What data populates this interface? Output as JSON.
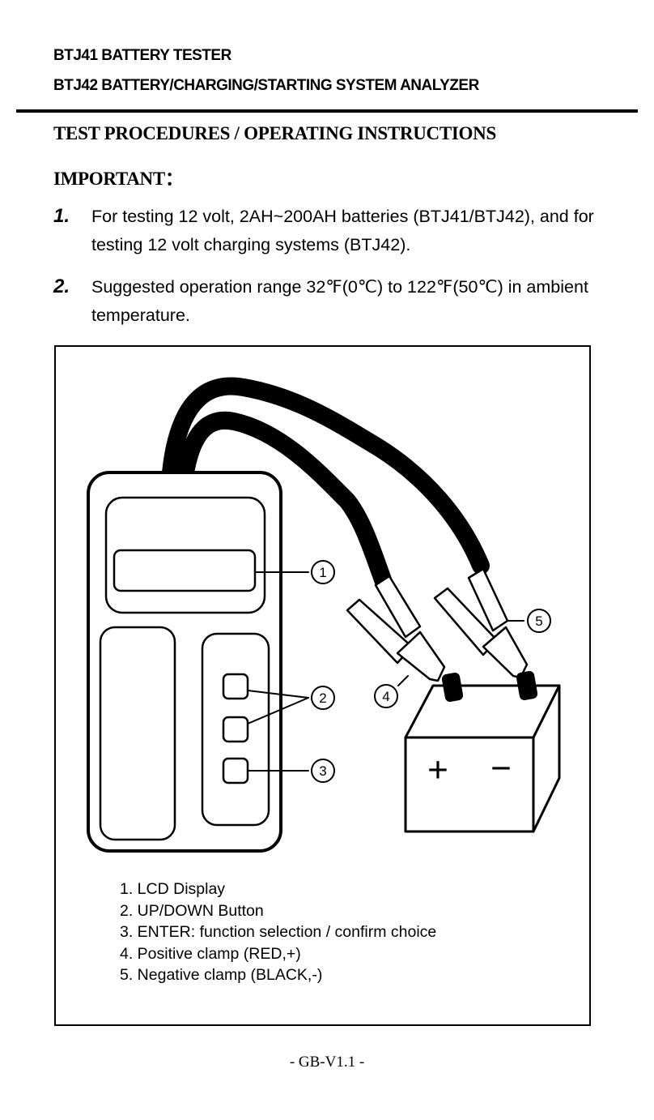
{
  "header": {
    "line1": "BTJ41 BATTERY TESTER",
    "line2": "BTJ42 BATTERY/CHARGING/STARTING SYSTEM ANALYZER"
  },
  "section_title": "TEST PROCEDURES / OPERATING INSTRUCTIONS",
  "important_label": "IMPORTANT：",
  "items": [
    {
      "number": "1.",
      "text": "For testing 12 volt, 2AH~200AH batteries (BTJ41/BTJ42), and for testing 12 volt charging systems (BTJ42)."
    },
    {
      "number": "2.",
      "text": "Suggested operation range 32℉(0℃) to 122℉(50℃) in ambient temperature."
    }
  ],
  "figure": {
    "callouts": [
      "1",
      "2",
      "3",
      "4",
      "5"
    ],
    "battery_plus": "+",
    "battery_minus": "−",
    "legend": [
      "1. LCD Display",
      "2. UP/DOWN Button",
      "3. ENTER: function selection / confirm choice",
      "4. Positive clamp (RED,+)",
      "5. Negative clamp (BLACK,-)"
    ]
  },
  "footer": "- GB-V1.1 -"
}
